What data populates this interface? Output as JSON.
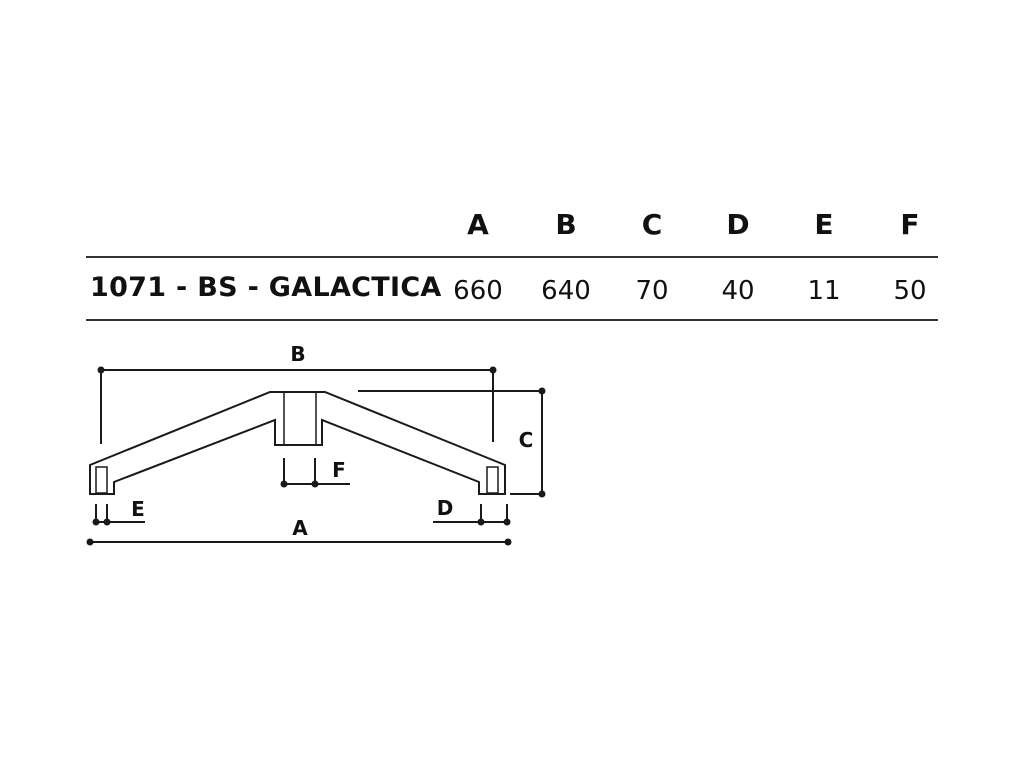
{
  "table": {
    "columns": [
      "A",
      "B",
      "C",
      "D",
      "E",
      "F"
    ],
    "model": "1071 - BS - GALACTICA",
    "values": [
      "660",
      "640",
      "70",
      "40",
      "11",
      "50"
    ]
  },
  "drawing": {
    "labels": {
      "a": "A",
      "b": "B",
      "c": "C",
      "d": "D",
      "e": "E",
      "f": "F"
    }
  }
}
